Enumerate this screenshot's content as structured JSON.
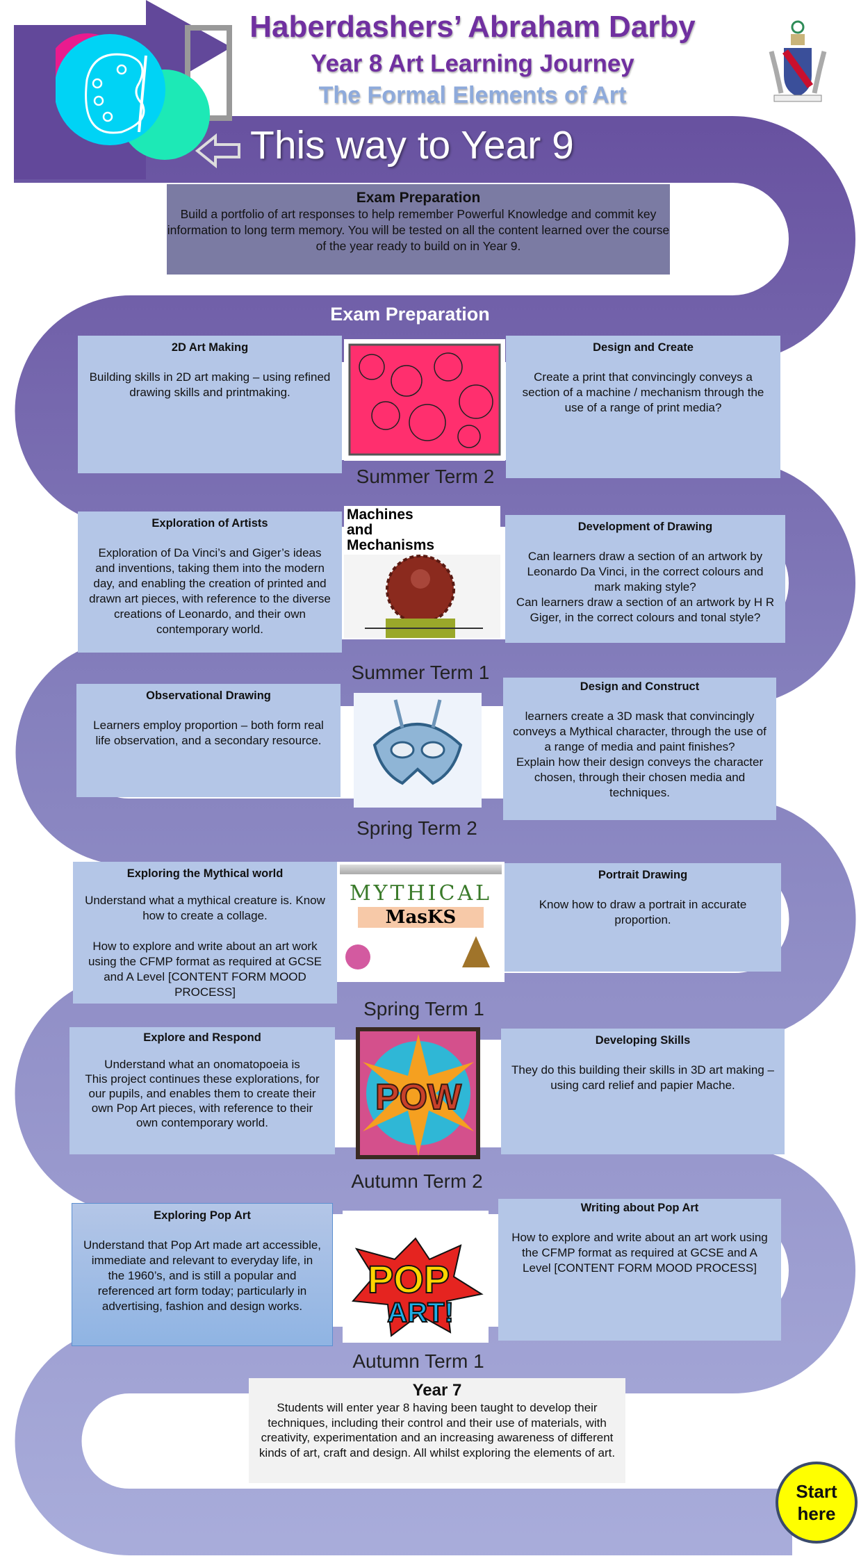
{
  "header": {
    "school": "Haberdashers’ Abraham Darby",
    "subtitle": "Year 8 Art  Learning Journey",
    "theme": "The Formal Elements of Art",
    "next_year": "This way to Year 9"
  },
  "exam_box": {
    "title": "Exam Preparation",
    "body": "Build a portfolio of art responses to help remember Powerful Knowledge and commit key information to long term memory. You will be tested on all the content learned over the course of the year ready to build on in Year 9."
  },
  "band_title": "Exam Preparation",
  "rows": [
    {
      "term": "Summer Term 2",
      "left": {
        "title": "2D Art Making",
        "body": "Building skills in 2D art making – using refined drawing skills and printmaking."
      },
      "right": {
        "title": "Design and Create",
        "body": "Create a print that convincingly conveys a section of a machine / mechanism through the use of a range of print media?"
      }
    },
    {
      "term": "Summer Term 1",
      "image_text": "Machines and Mechanisms",
      "left": {
        "title": "Exploration of Artists",
        "body": "Exploration of Da Vinci’s and Giger’s ideas and inventions, taking them into the modern day, and enabling the creation of printed and drawn art pieces, with reference to the diverse creations of Leonardo, and their own contemporary world."
      },
      "right": {
        "title": "Development of Drawing",
        "body": "Can learners draw a section of an artwork by Leonardo Da Vinci, in the correct colours and mark making style?\nCan learners draw a section of an artwork by H R Giger, in the correct colours and tonal style?"
      }
    },
    {
      "term": "Spring Term 2",
      "left": {
        "title": "Observational Drawing",
        "body": "Learners employ proportion – both form real life observation, and a secondary resource."
      },
      "right": {
        "title": "Design and Construct",
        "body": "learners create a 3D mask that convincingly conveys a Mythical character, through the use of a range of media and paint finishes?\nExplain how their design conveys the character chosen, through their chosen media and techniques."
      }
    },
    {
      "term": "Spring Term 1",
      "image_text": [
        "MYTHICAL",
        "MasKS"
      ],
      "left": {
        "title": "Exploring the Mythical world",
        "body": "Understand what a mythical creature is. Know how to create a collage.\n\nHow to explore and write about an art work using the CFMP format as required at GCSE and A Level [CONTENT FORM MOOD PROCESS]"
      },
      "right": {
        "title": "Portrait Drawing",
        "body": "Know how to draw a portrait in accurate proportion."
      }
    },
    {
      "term": "Autumn Term 2",
      "image_text": "POW",
      "left": {
        "title": "Explore and Respond",
        "body": "Understand what an onomatopoeia is\nThis project continues these explorations, for our pupils, and enables them to create their own Pop Art pieces, with reference to their own contemporary world."
      },
      "right": {
        "title": "Developing Skills",
        "body": "They do this building their skills in 3D art making – using card relief and papier Mache."
      }
    },
    {
      "term": "Autumn Term 1",
      "image_text": [
        "POP",
        "ART!"
      ],
      "left": {
        "title": "Exploring Pop Art",
        "body": "Understand that Pop Art made art accessible, immediate and relevant to everyday life, in the 1960’s, and is still a popular and referenced art form today; particularly in advertising, fashion and design works."
      },
      "right": {
        "title": "Writing about Pop Art",
        "body": "How to explore and write about an art work using the CFMP format as required at GCSE and A Level [CONTENT FORM MOOD PROCESS]"
      }
    }
  ],
  "year7": {
    "title": "Year 7",
    "body": "Students will enter year 8  having been taught to develop their techniques, including their control and their use of materials, with creativity, experimentation and an increasing awareness of different kinds of art, craft and design. All whilst exploring the elements of art."
  },
  "start": {
    "line1": "Start",
    "line2": "here"
  },
  "colors": {
    "path_top": "#65509c",
    "path_bottom": "#a5a8d6",
    "card": "#b4c6e7",
    "title_purple": "#7030a0",
    "theme_blue": "#8eaadb",
    "start": "#ffff00"
  }
}
